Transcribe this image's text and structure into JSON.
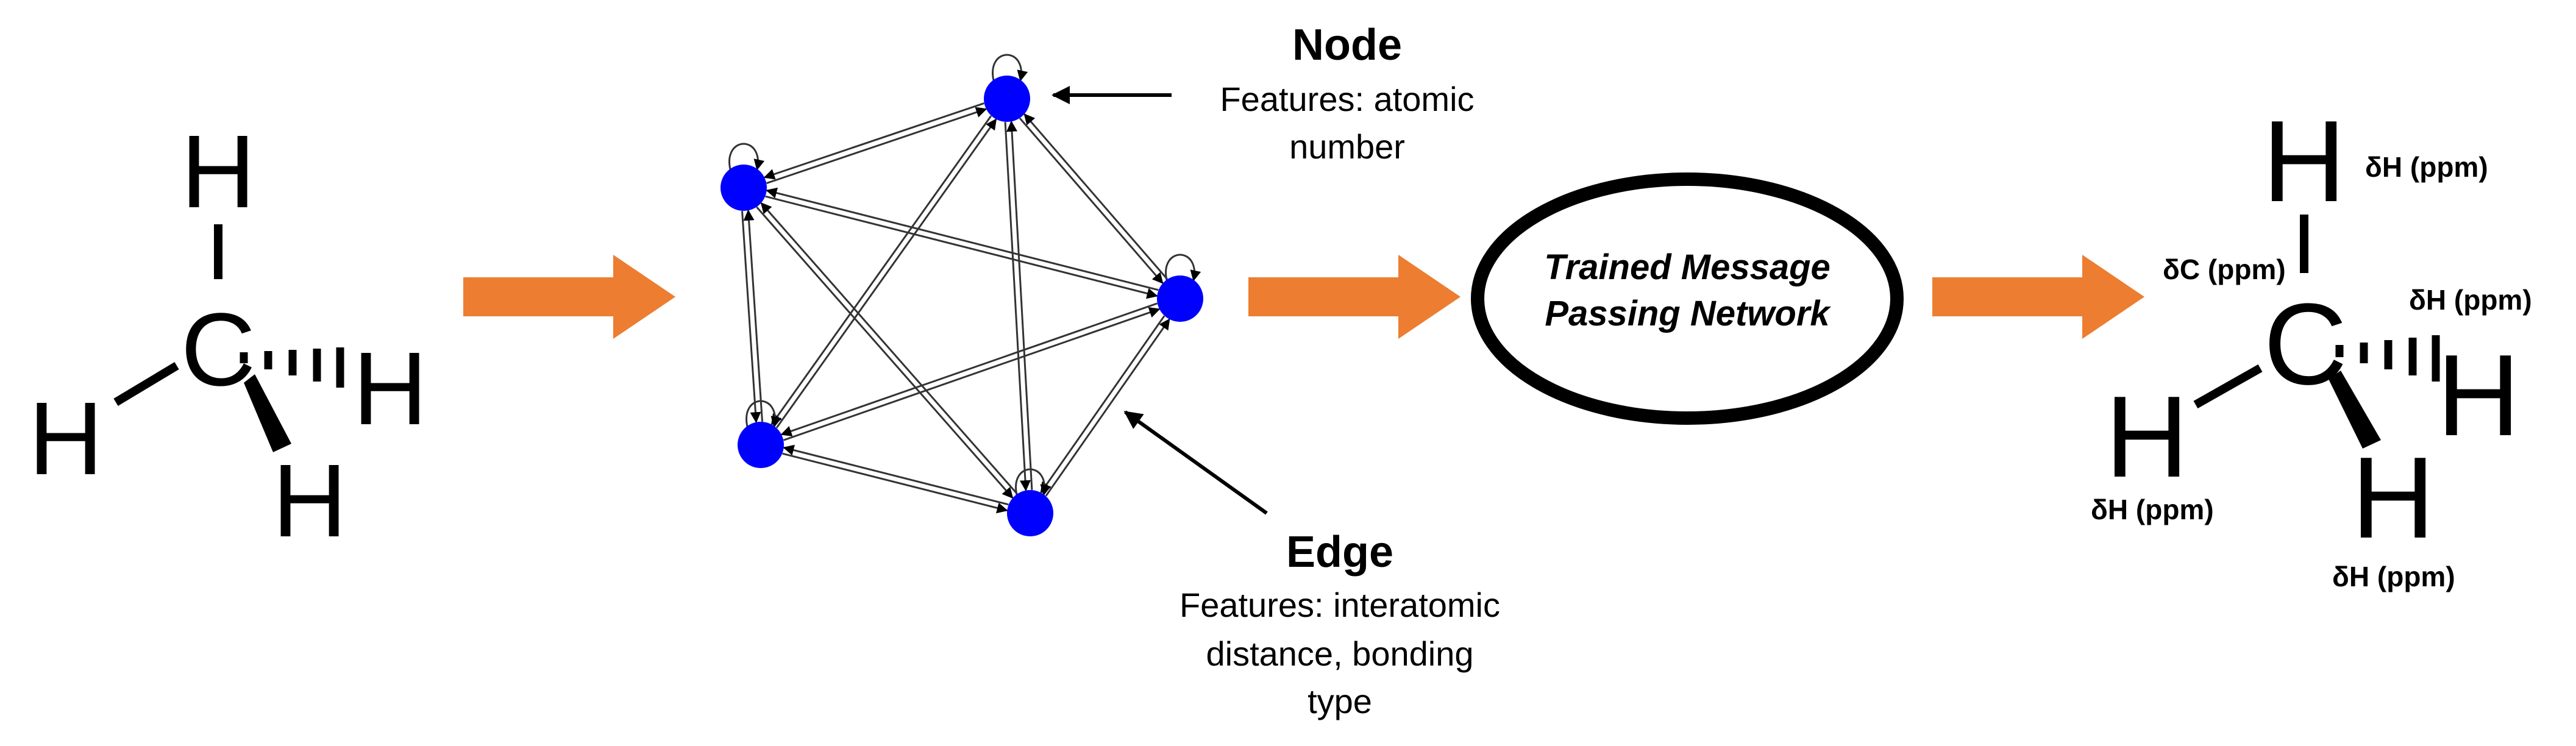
{
  "input_molecule": {
    "center": "C",
    "hydrogens": [
      "H",
      "H",
      "H",
      "H"
    ]
  },
  "graph": {
    "node": {
      "title": "Node",
      "desc_lines": [
        "Features: atomic",
        "number"
      ]
    },
    "edge": {
      "title": "Edge",
      "desc_lines": [
        "Features: interatomic",
        "distance, bonding",
        "type"
      ]
    },
    "node_color": "#0000ff"
  },
  "network": {
    "lines": [
      "Trained Message",
      "Passing Network"
    ]
  },
  "output_molecule": {
    "center": "C",
    "hydrogens": [
      "H",
      "H",
      "H",
      "H"
    ],
    "shift_labels": {
      "carbon": "δC (ppm)",
      "h_top": "δH (ppm)",
      "h_right": "δH (ppm)",
      "h_left": "δH (ppm)",
      "h_bottom": "δH (ppm)"
    }
  },
  "colors": {
    "arrow": "#ed7d31",
    "ink": "#000000"
  }
}
